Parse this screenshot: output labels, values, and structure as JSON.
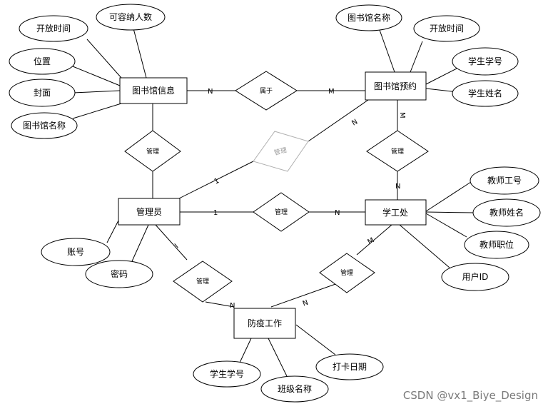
{
  "entities": {
    "library_info": "图书馆信息",
    "library_reservation": "图书馆预约",
    "admin": "管理员",
    "student_affairs": "学工处",
    "epidemic_work": "防疫工作"
  },
  "attributes": {
    "open_time_1": "开放时间",
    "capacity": "可容纳人数",
    "location": "位置",
    "cover": "封面",
    "library_name_1": "图书馆名称",
    "library_name_2": "图书馆名称",
    "open_time_2": "开放时间",
    "student_id_1": "学生学号",
    "student_name": "学生姓名",
    "teacher_id": "教师工号",
    "teacher_name": "教师姓名",
    "teacher_title": "教师职位",
    "user_id": "用户ID",
    "account": "账号",
    "password": "密码",
    "student_id_2": "学生学号",
    "class_name": "班级名称",
    "checkin_date": "打卡日期"
  },
  "relationships": {
    "belongs": "属于",
    "manage_1": "管理",
    "manage_2": "管理",
    "manage_3": "管理",
    "manage_4": "管理",
    "manage_5": "管理",
    "manage_6": "管理"
  },
  "cardinalities": {
    "c1": "N",
    "c2": "M",
    "c3": "N",
    "c4": "M",
    "c5": "N",
    "c6": "1",
    "c7": "1",
    "c8": "N",
    "c9": "I",
    "c10": "N",
    "c11": "N",
    "c12": "M"
  },
  "watermark": "CSDN @vx1_Biye_Design"
}
